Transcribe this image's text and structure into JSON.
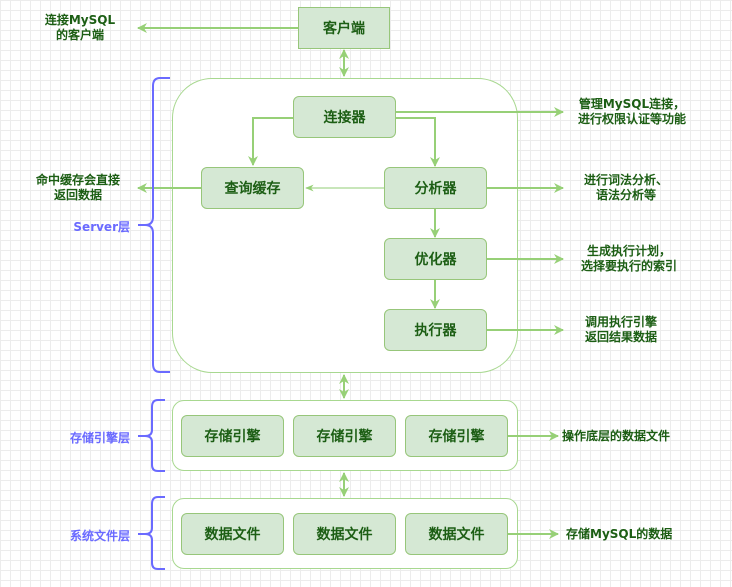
{
  "colors": {
    "line": "#97d077",
    "box_fill": "#d5e8d4",
    "box_text": "#1c5e14",
    "brace": "#6a6aff"
  },
  "client": {
    "label": "客户端",
    "note": "连接MySQL\n的客户端"
  },
  "server_layer": {
    "label": "Server层",
    "connector": {
      "label": "连接器",
      "note": "管理MySQL连接，\n进行权限认证等功能"
    },
    "query_cache": {
      "label": "查询缓存",
      "note": "命中缓存会直接\n返回数据"
    },
    "analyzer": {
      "label": "分析器",
      "note": "进行词法分析、\n语法分析等"
    },
    "optimizer": {
      "label": "优化器",
      "note": "生成执行计划，\n选择要执行的索引"
    },
    "executor": {
      "label": "执行器",
      "note": "调用执行引擎\n返回结果数据"
    }
  },
  "storage_layer": {
    "label": "存储引擎层",
    "engines": [
      "存储引擎",
      "存储引擎",
      "存储引擎"
    ],
    "note": "操作底层的数据文件"
  },
  "file_layer": {
    "label": "系统文件层",
    "files": [
      "数据文件",
      "数据文件",
      "数据文件"
    ],
    "note": "存储MySQL的数据"
  }
}
